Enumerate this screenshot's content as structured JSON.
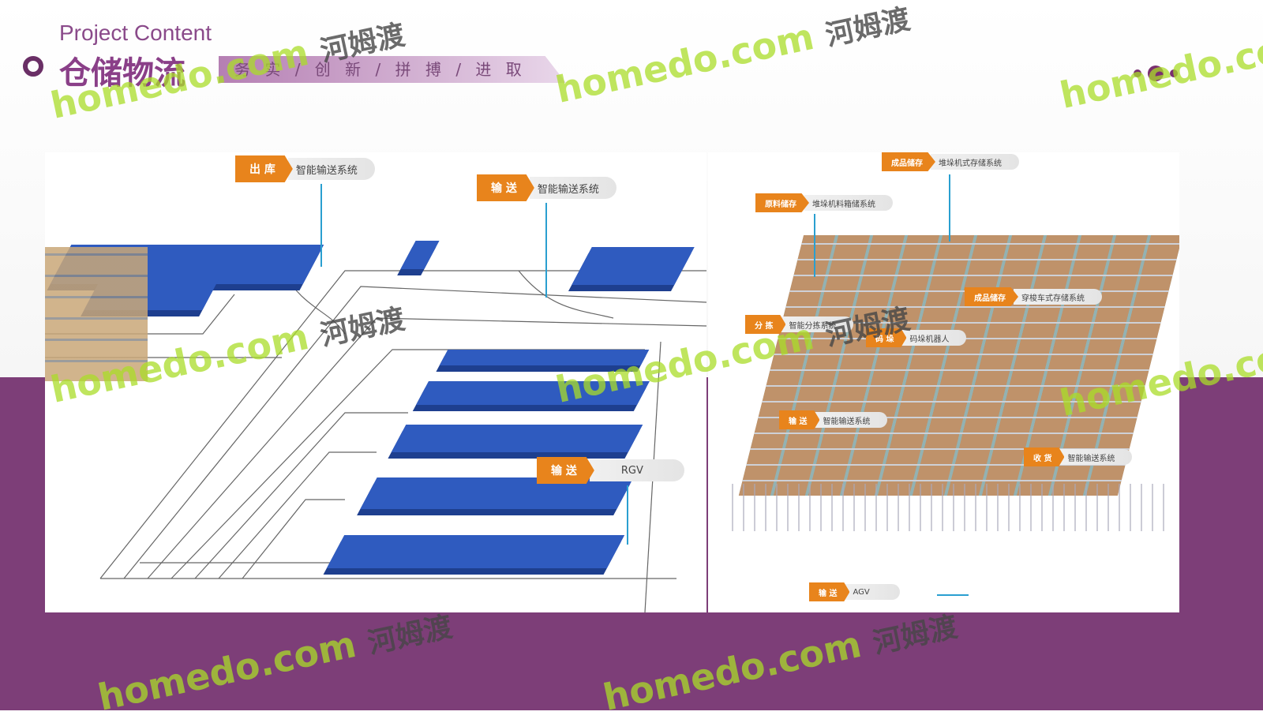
{
  "header": {
    "subtitle": "Project Content",
    "title": "仓储物流",
    "slogan": "务 实 / 创 新 / 拼 搏 / 进 取"
  },
  "left_diagram": {
    "labels": [
      {
        "tag": "出 库",
        "text": "智能输送系统"
      },
      {
        "tag": "输 送",
        "text": "智能输送系统"
      },
      {
        "tag": "输 送",
        "text": "RGV"
      }
    ]
  },
  "right_diagram": {
    "labels": [
      {
        "tag": "成品储存",
        "text": "堆垛机式存储系统"
      },
      {
        "tag": "原料储存",
        "text": "堆垛机料箱储系统"
      },
      {
        "tag": "成品储存",
        "text": "穿梭车式存储系统"
      },
      {
        "tag": "分 拣",
        "text": "智能分拣系统"
      },
      {
        "tag": "码 垛",
        "text": "码垛机器人"
      },
      {
        "tag": "输 送",
        "text": "智能输送系统"
      },
      {
        "tag": "收 货",
        "text": "智能输送系统"
      },
      {
        "tag": "输 送",
        "text": "AGV"
      }
    ]
  },
  "watermark": {
    "brand": "homedo.com",
    "cn": "河姆渡"
  },
  "colors": {
    "purple": "#7d3e78",
    "orange": "#e8841c",
    "blue": "#2f5bbf"
  }
}
